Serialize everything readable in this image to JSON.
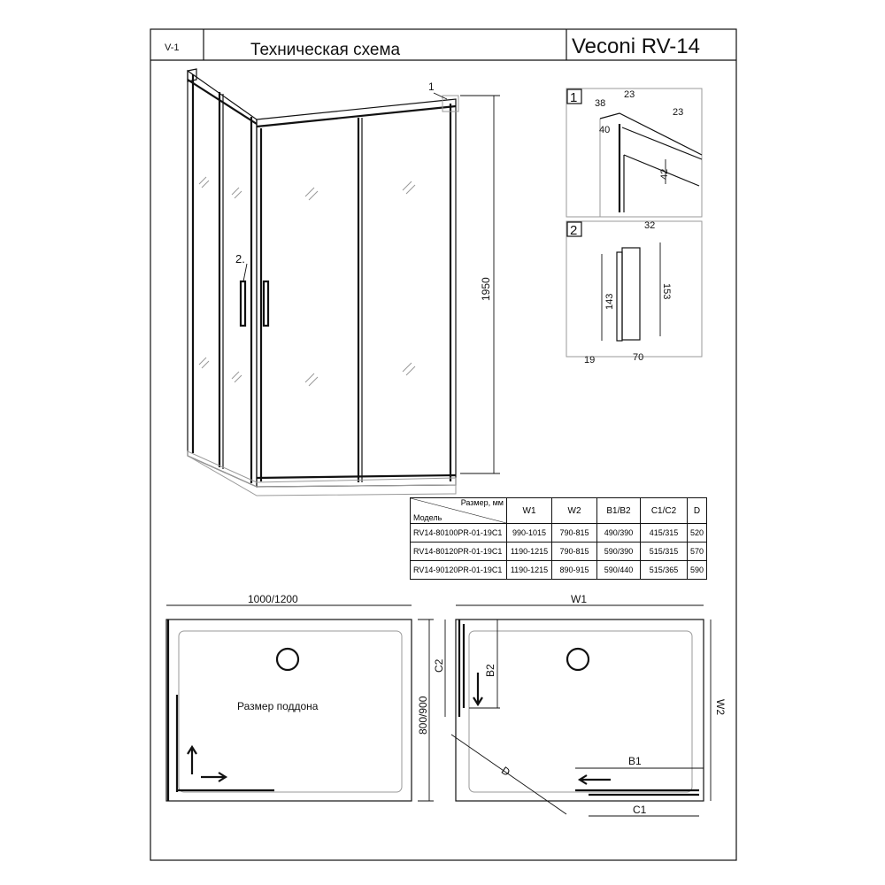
{
  "header": {
    "version": "V-1",
    "title": "Техническая схема",
    "model": "Veconi RV-14"
  },
  "elevation": {
    "height_dim": "1950",
    "callout_1": "1",
    "callout_2": "2."
  },
  "detail_1": {
    "label": "1",
    "dims": [
      "38",
      "23",
      "23",
      "40",
      "42"
    ]
  },
  "detail_2": {
    "label": "2",
    "dims": [
      "32",
      "143",
      "153",
      "19",
      "70"
    ]
  },
  "table": {
    "corner_top": "Размер, мм",
    "corner_bottom": "Модель",
    "columns": [
      "W1",
      "W2",
      "B1/B2",
      "C1/C2",
      "D"
    ],
    "rows": [
      {
        "model": "RV14-80100PR-01-19C1",
        "values": [
          "990-1015",
          "790-815",
          "490/390",
          "415/315",
          "520"
        ]
      },
      {
        "model": "RV14-80120PR-01-19C1",
        "values": [
          "1190-1215",
          "790-815",
          "590/390",
          "515/315",
          "570"
        ]
      },
      {
        "model": "RV14-90120PR-01-19C1",
        "values": [
          "1190-1215",
          "890-915",
          "590/440",
          "515/365",
          "590"
        ]
      }
    ]
  },
  "tray_plan": {
    "width_dim": "1000/1200",
    "depth_dim": "800/900",
    "label": "Размер поддона"
  },
  "enclosure_plan": {
    "w1": "W1",
    "w2": "W2",
    "b1": "B1",
    "b2": "B2",
    "c1": "C1",
    "c2": "C2",
    "d": "D"
  }
}
